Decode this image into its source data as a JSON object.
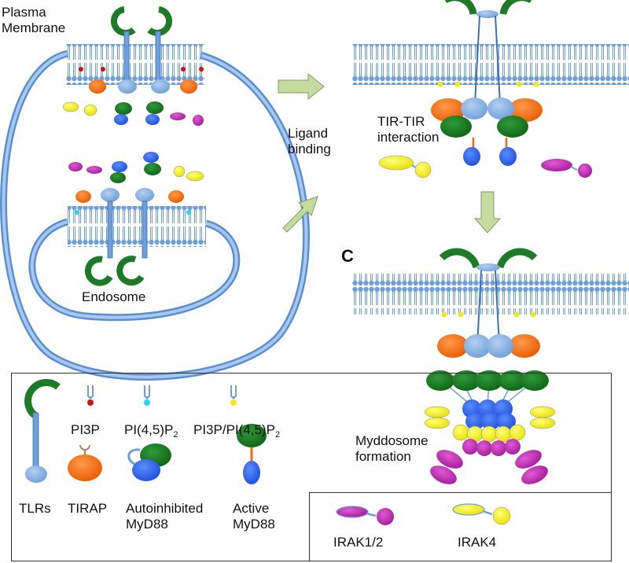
{
  "labels": {
    "plasma_membrane_line1": "Plasma",
    "plasma_membrane_line2": "Membrane",
    "endosome": "Endosome",
    "ligand_binding_line1": "Ligand",
    "ligand_binding_line2": "binding",
    "tir_line1": "TIR-TIR",
    "tir_line2": "interaction",
    "panel_c": "C",
    "myddosome_line1": "Myddosome",
    "myddosome_line2": "formation"
  },
  "legend": {
    "tlrs": "TLRs",
    "pi3p": "PI3P",
    "pi45p2_main": "PI(4,5)P",
    "pi45p2_sub": "2",
    "combo_main": "PI3P/PI(4,5)P",
    "combo_sub": "2",
    "tirap": "TIRAP",
    "autoinhibited_line1": "Autoinhibited",
    "autoinhibited_line2": "MyD88",
    "active_line1": "Active",
    "active_line2": "MyD88",
    "irak12": "IRAK1/2",
    "irak4": "IRAK4"
  },
  "colors": {
    "membrane_blue": "#7aa7dc",
    "tlr_green": "#1d7a26",
    "tirap_orange": "#f26a10",
    "myd88_green": "#1a7a1f",
    "myd88_blue": "#2e62e8",
    "irak4_yellow": "#f4f000",
    "irak12_magenta": "#c531b8",
    "arrow_green": "#c6dba0",
    "pi3p_red": "#d21010",
    "pi45p2_cyan": "#23d7e5",
    "combo_yellow": "#f2e81a"
  }
}
